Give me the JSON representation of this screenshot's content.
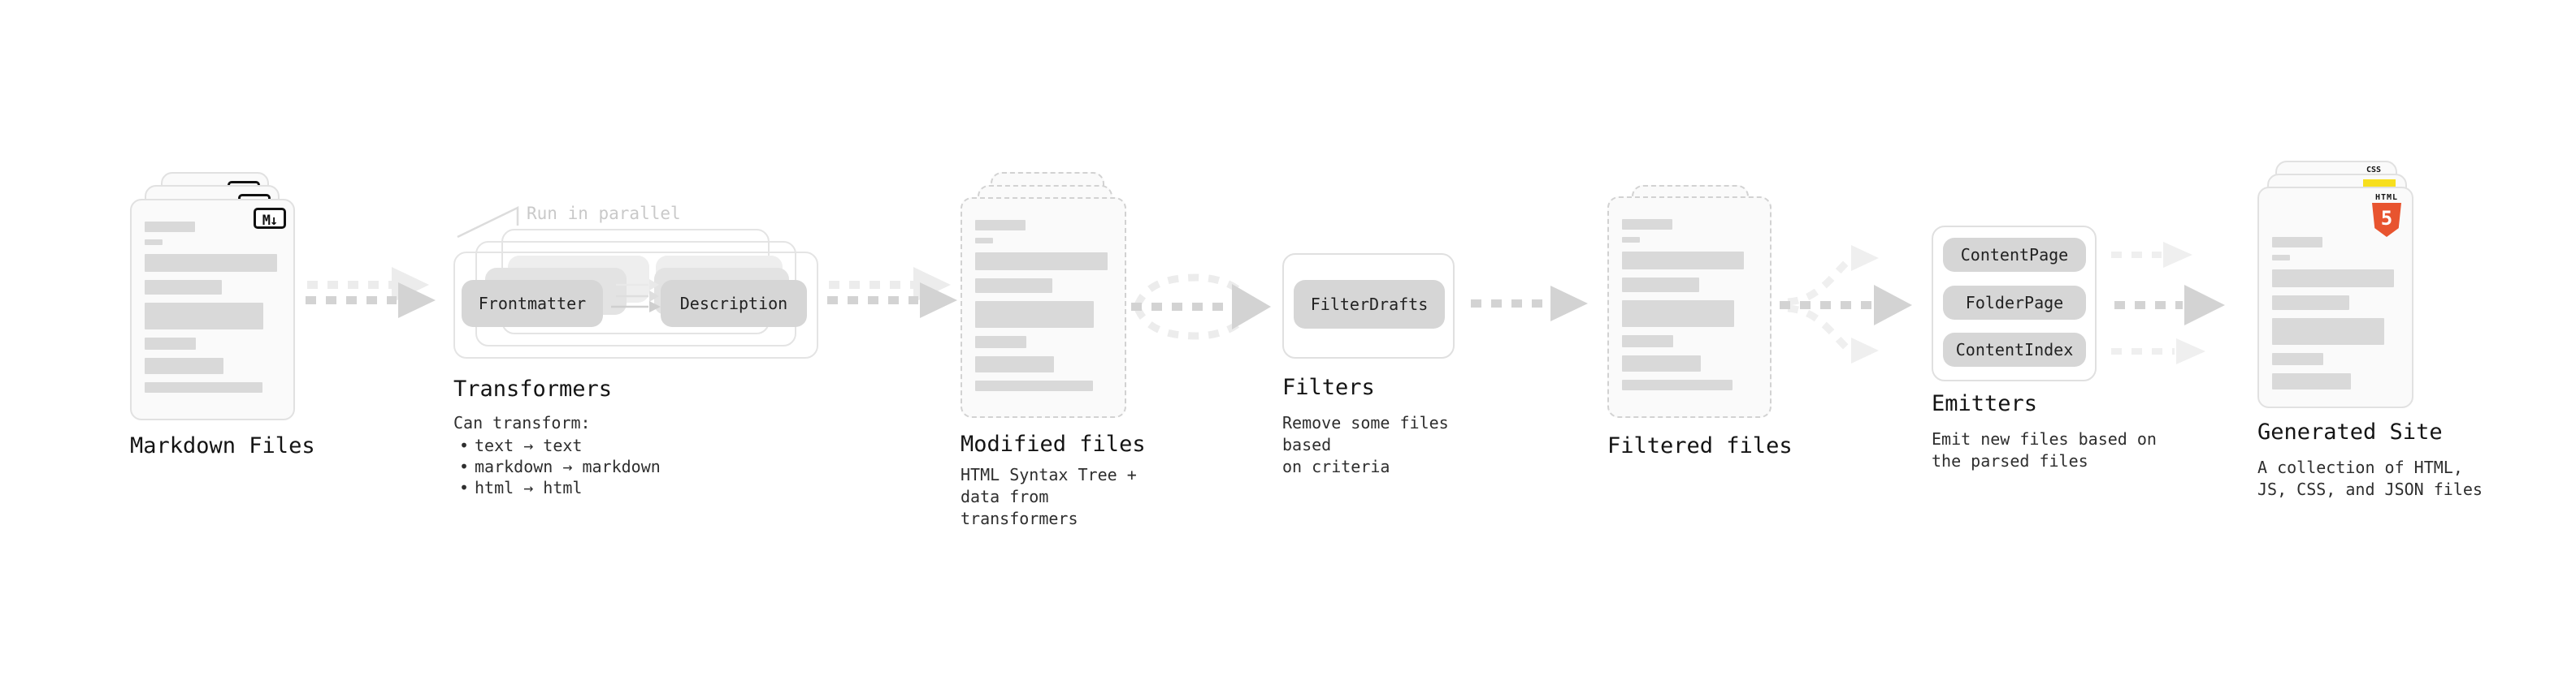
{
  "colors": {
    "card_border": "#e1e1e1",
    "card_bg": "#fafafa",
    "skeleton_bar": "#d9d9d9",
    "pill_bg": "#d6d6d6",
    "arrow_gray": "#d3d3d3",
    "arrow_light": "#ececec",
    "note_text": "#c9c9c9",
    "html5_orange": "#e8542f",
    "js_yellow": "#f7df1e",
    "css_blue": "#2965f1"
  },
  "nodes": {
    "markdown_files": {
      "title": "Markdown Files",
      "file_badge": "M↓"
    },
    "transformers": {
      "title": "Transformers",
      "note": "Run in parallel",
      "pill_left": "Frontmatter",
      "pill_right": "Description",
      "caption": "Can transform:",
      "bullet_char": "•",
      "bullets": [
        "text → text",
        "markdown → markdown",
        "html → html"
      ]
    },
    "modified_files": {
      "title": "Modified files",
      "description": "HTML Syntax Tree +\ndata from transformers"
    },
    "filters": {
      "title": "Filters",
      "pill": "FilterDrafts",
      "description": "Remove some files based\non criteria"
    },
    "filtered_files": {
      "title": "Filtered files"
    },
    "emitters": {
      "title": "Emitters",
      "pills": [
        "ContentPage",
        "FolderPage",
        "ContentIndex"
      ],
      "description": "Emit new files based on\nthe parsed files"
    },
    "generated_site": {
      "title": "Generated Site",
      "description": "A collection of HTML,\nJS, CSS, and JSON files",
      "css_badge": "CSS",
      "html_badge_label": "HTML",
      "html_badge_number": "5"
    }
  }
}
